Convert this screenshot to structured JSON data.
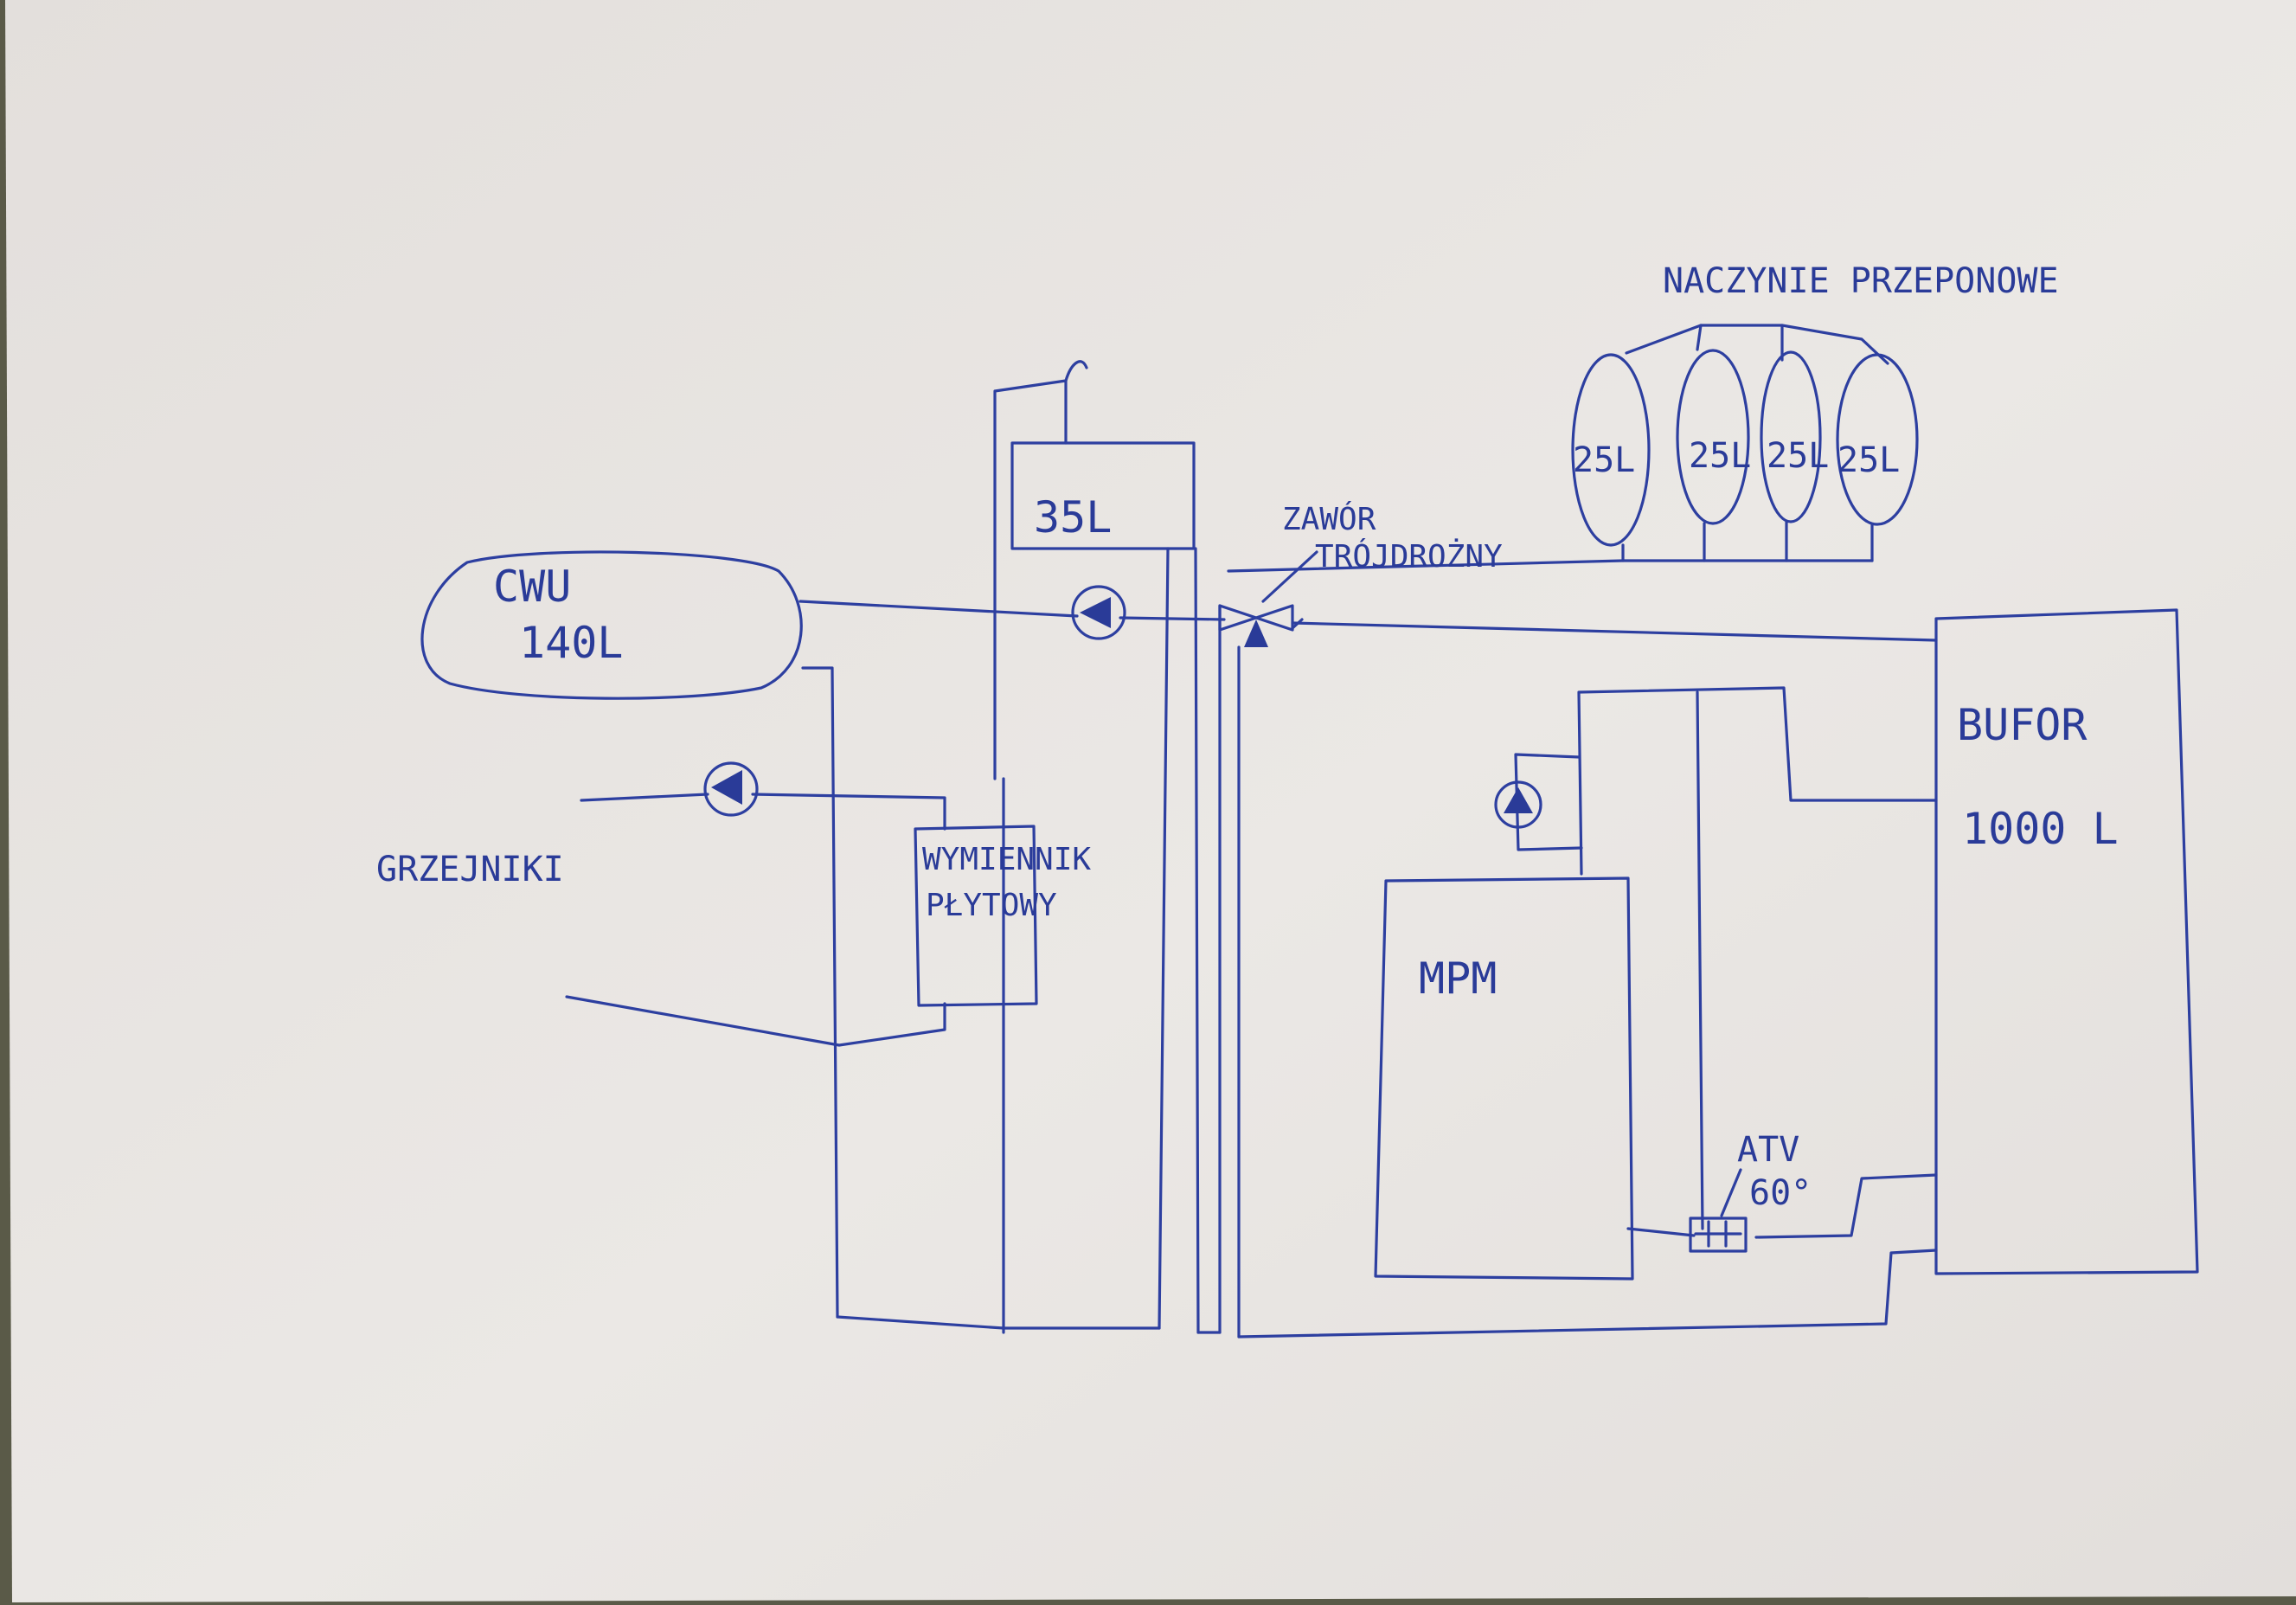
{
  "labels": {
    "tanks_title": "NACZYNIE PRZEPONOWE",
    "tank_1": "25L",
    "tank_2": "25L",
    "tank_3": "25L",
    "tank_4": "25L",
    "vessel_35": "35L",
    "valve_line_1": "ZAWÓR",
    "valve_line_2": "TRÓJDROŻNY",
    "cwu_line_1": "CWU",
    "cwu_line_2": "140L",
    "radiators": "GRZEJNIKI",
    "exchanger_line_1": "WYMIENNIK",
    "exchanger_line_2": "PŁYTOWY",
    "buffer_line_1": "BUFOR",
    "buffer_line_2": "1000 L",
    "boiler": "MPM",
    "atv_line_1": "ATV",
    "atv_line_2": "60°"
  },
  "colors": {
    "ink": "#2d3fa0",
    "paper": "#e6e2df"
  }
}
